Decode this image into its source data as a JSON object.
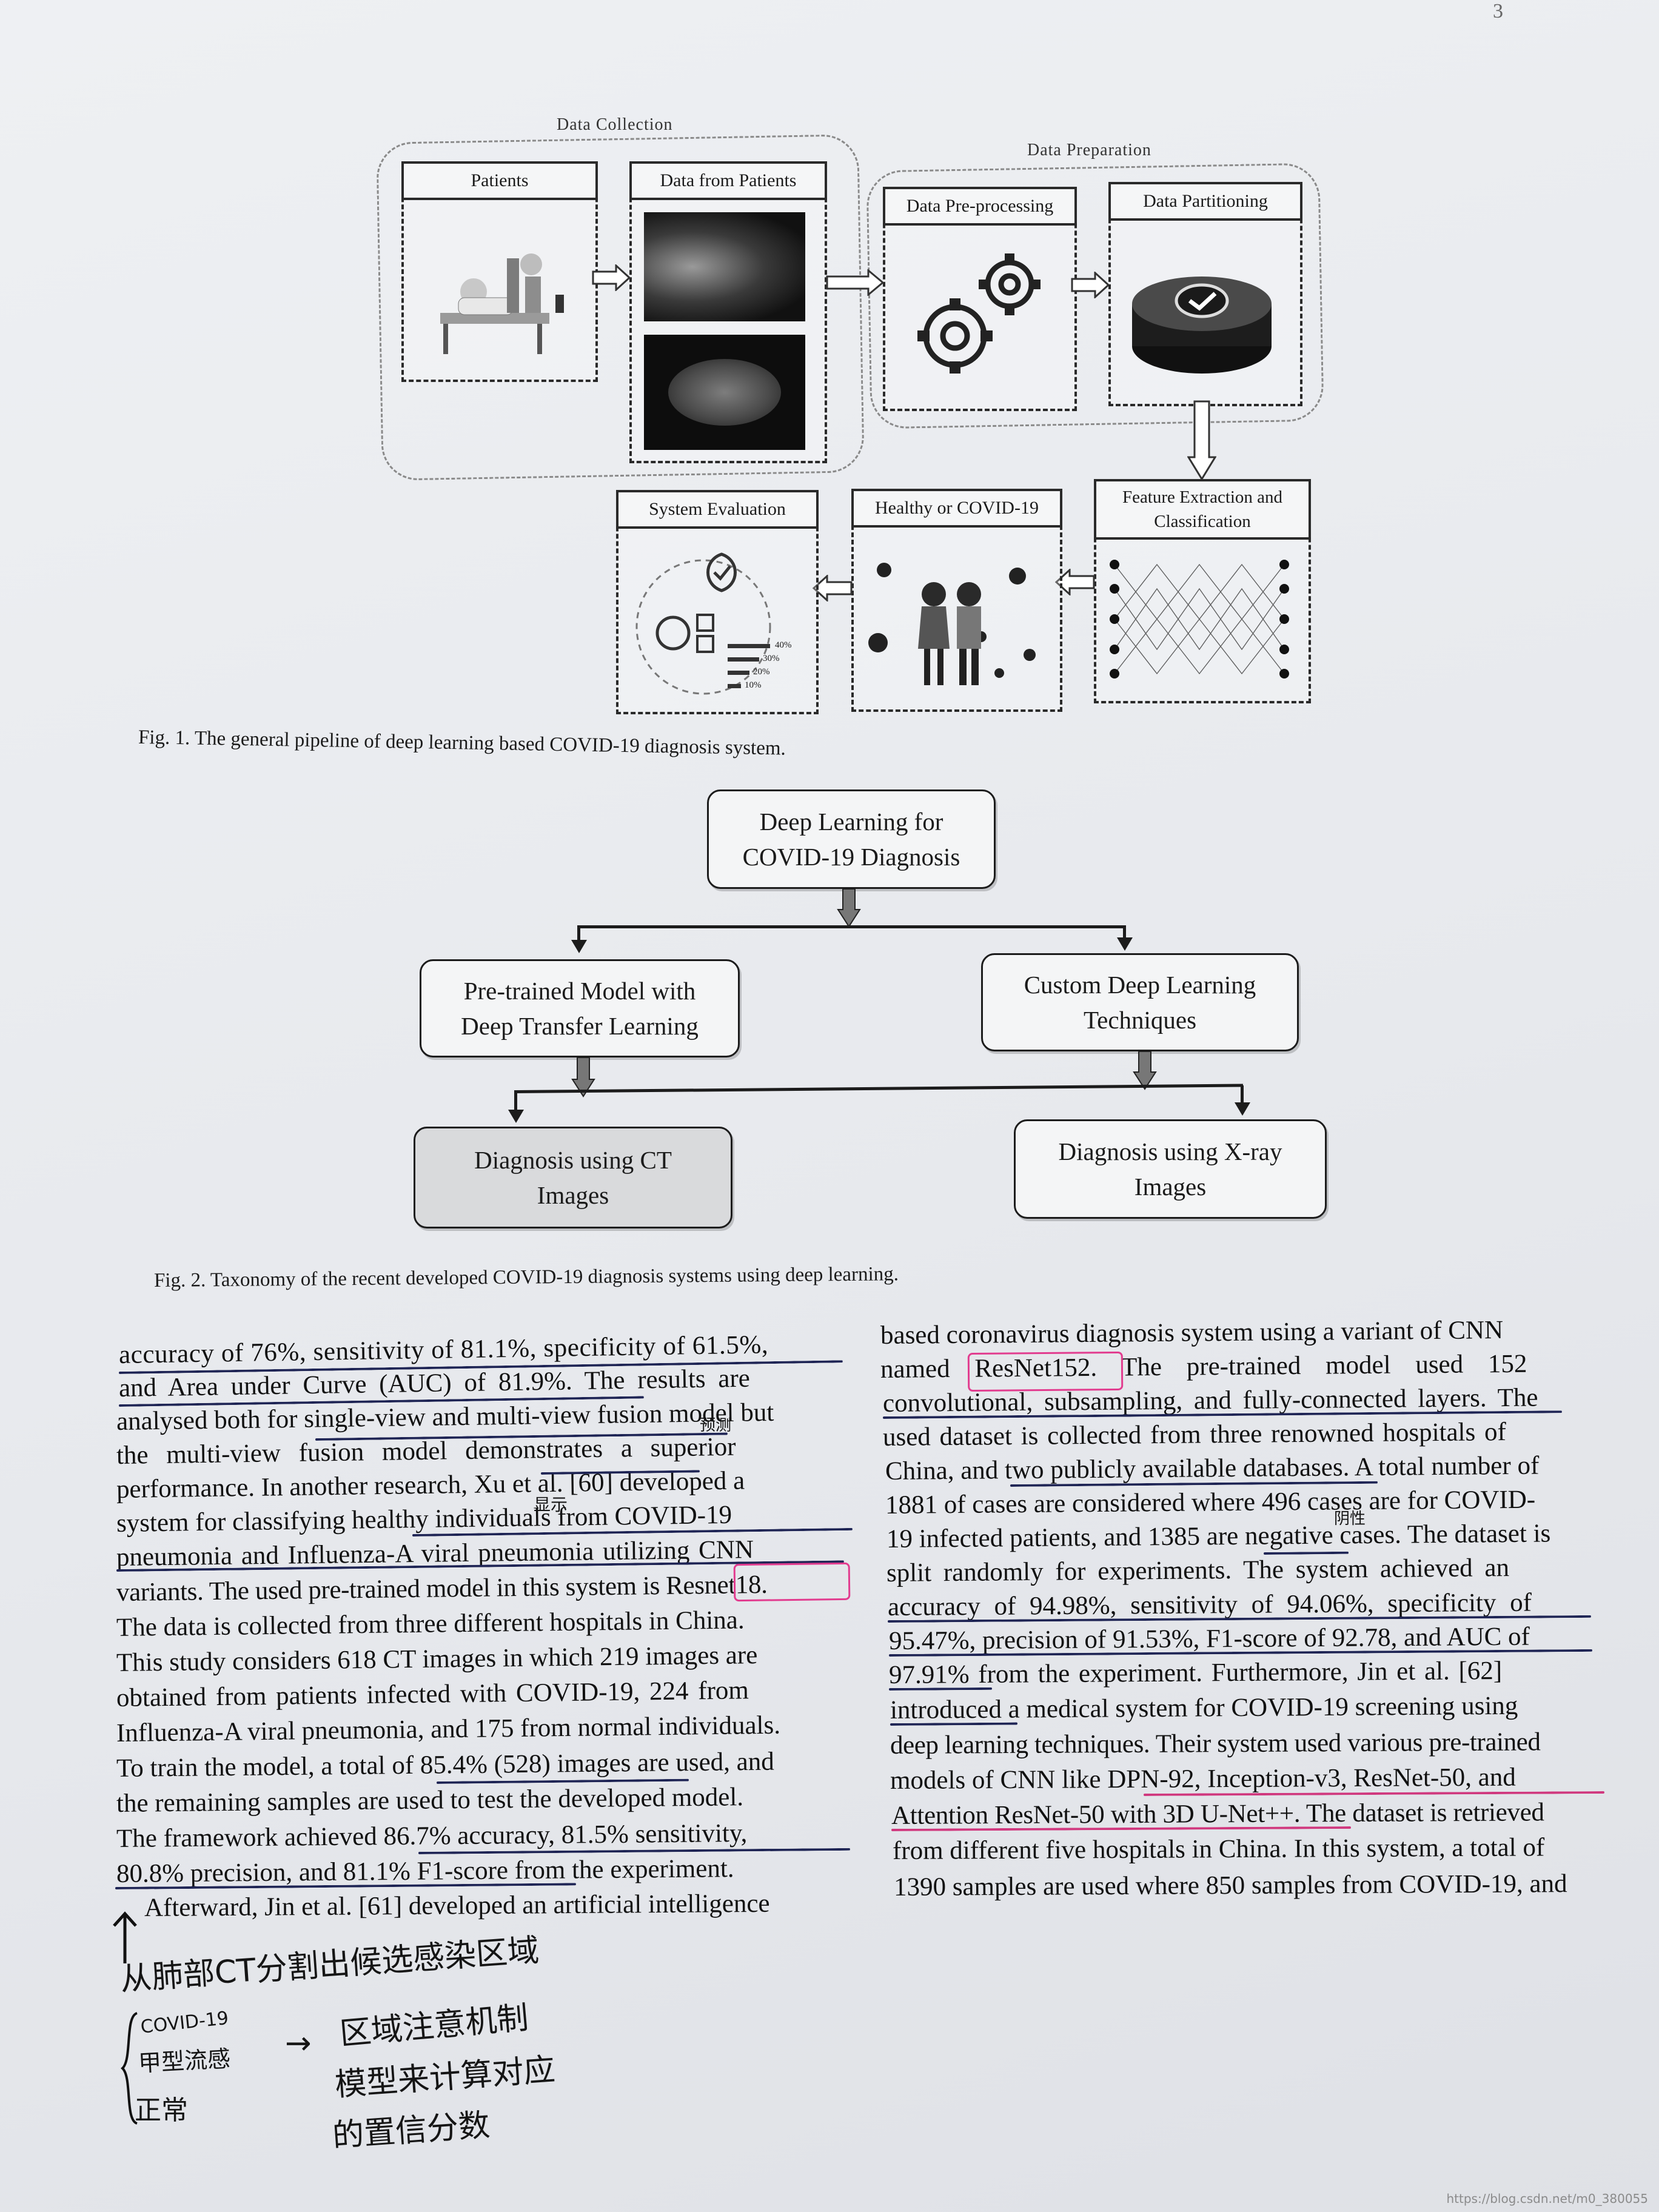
{
  "page": {
    "number": "3",
    "watermark": "https://blog.csdn.net/m0_380055"
  },
  "figure1": {
    "group_collection": "Data Collection",
    "group_preparation": "Data Preparation",
    "stages": {
      "patients": "Patients",
      "data_from_patients": "Data from Patients",
      "preprocessing": "Data Pre-processing",
      "partitioning": "Data Partitioning",
      "feature": "Feature Extraction and Classification",
      "healthy": "Healthy or COVID-19",
      "evaluation": "System Evaluation"
    },
    "eval_bars": [
      "40%",
      "30%",
      "20%",
      "10%"
    ],
    "caption": "Fig. 1.  The general pipeline of deep learning based COVID-19 diagnosis system."
  },
  "figure2": {
    "root": "Deep Learning for COVID-19 Diagnosis",
    "left": "Pre-trained Model with Deep Transfer Learning",
    "right": "Custom Deep Learning Techniques",
    "ct": "Diagnosis using CT Images",
    "xray": "Diagnosis using X-ray Images",
    "caption": "Fig. 2.  Taxonomy of the recent developed COVID-19 diagnosis systems using deep learning."
  },
  "left_column": [
    "accuracy of 76%, sensitivity of 81.1%, specificity of 61.5%,",
    "and Area under Curve (AUC) of 81.9%. The results are",
    "analysed both for single-view and multi-view fusion model but",
    "the multi-view fusion model demonstrates a superior",
    "performance. In another research, Xu et al. [60] developed a",
    "system for classifying healthy individuals from COVID-19",
    "pneumonia and Influenza-A viral pneumonia utilizing CNN",
    "variants. The used pre-trained model in this system is Resnet18.",
    "The data is collected from three different hospitals in China.",
    "This study considers 618 CT images in which 219 images are",
    "obtained from patients infected with COVID-19, 224 from",
    "Influenza-A viral pneumonia, and 175 from normal individuals.",
    "To train the model, a total of 85.4% (528) images are used, and",
    "the remaining samples are used to test the developed model.",
    "The framework achieved 86.7% accuracy, 81.5% sensitivity,",
    "80.8% precision, and 81.1% F1-score from the experiment.",
    "Afterward, Jin et al. [61] developed an artificial intelligence"
  ],
  "right_column": [
    "based coronavirus diagnosis system using a variant of CNN",
    "named ResNet152. The pre-trained model used 152",
    "convolutional, subsampling, and fully-connected layers. The",
    "used dataset is collected from three renowned hospitals of",
    "China, and two publicly available databases. A total number of",
    "1881 of cases are considered where 496 cases are for COVID-",
    "19 infected patients, and 1385 are negative cases. The dataset is",
    "split randomly for experiments. The system achieved an",
    "accuracy of 94.98%, sensitivity of 94.06%, specificity of",
    "95.47%, precision of 91.53%, F1-score of 92.78, and AUC of",
    "97.91% from the experiment. Furthermore, Jin et al. [62]",
    "introduced a medical system for COVID-19 screening using",
    "deep learning techniques. Their system used various pre-trained",
    "models of CNN like DPN-92, Inception-v3, ResNet-50, and",
    "Attention ResNet-50 with 3D U-Net++. The dataset is retrieved",
    "from different five hospitals in China. In this system, a total of",
    "1390 samples are used where 850 samples from COVID-19, and"
  ],
  "handwritten_notes": {
    "line1": "从肺部CT分割出候选感染区域",
    "line2_a": "COVID-19",
    "line2_b": "甲型流感",
    "line2_c": "正常",
    "arrow": "→",
    "line3": "区域注意机制",
    "line4": "模型来计算对应",
    "line5": "的置信分数",
    "margin_note": "预测",
    "margin_note2": "阴性",
    "margin_note3": "显示"
  }
}
